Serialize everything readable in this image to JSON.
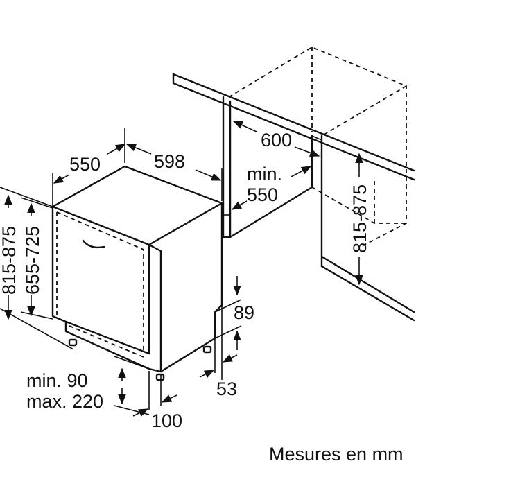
{
  "dimensions": {
    "depth": "550",
    "width": "598",
    "niche_width": "600",
    "niche_depth_min_label": "min.",
    "niche_depth_min_value": "550",
    "niche_height": "815-875",
    "appliance_height_outer": "815-875",
    "appliance_height_inner": "655-725",
    "plinth_height": "89",
    "plinth_depth": "53",
    "feet_min": "min. 90",
    "feet_max": "max. 220",
    "feet_offset": "100"
  },
  "caption": "Mesures en mm"
}
